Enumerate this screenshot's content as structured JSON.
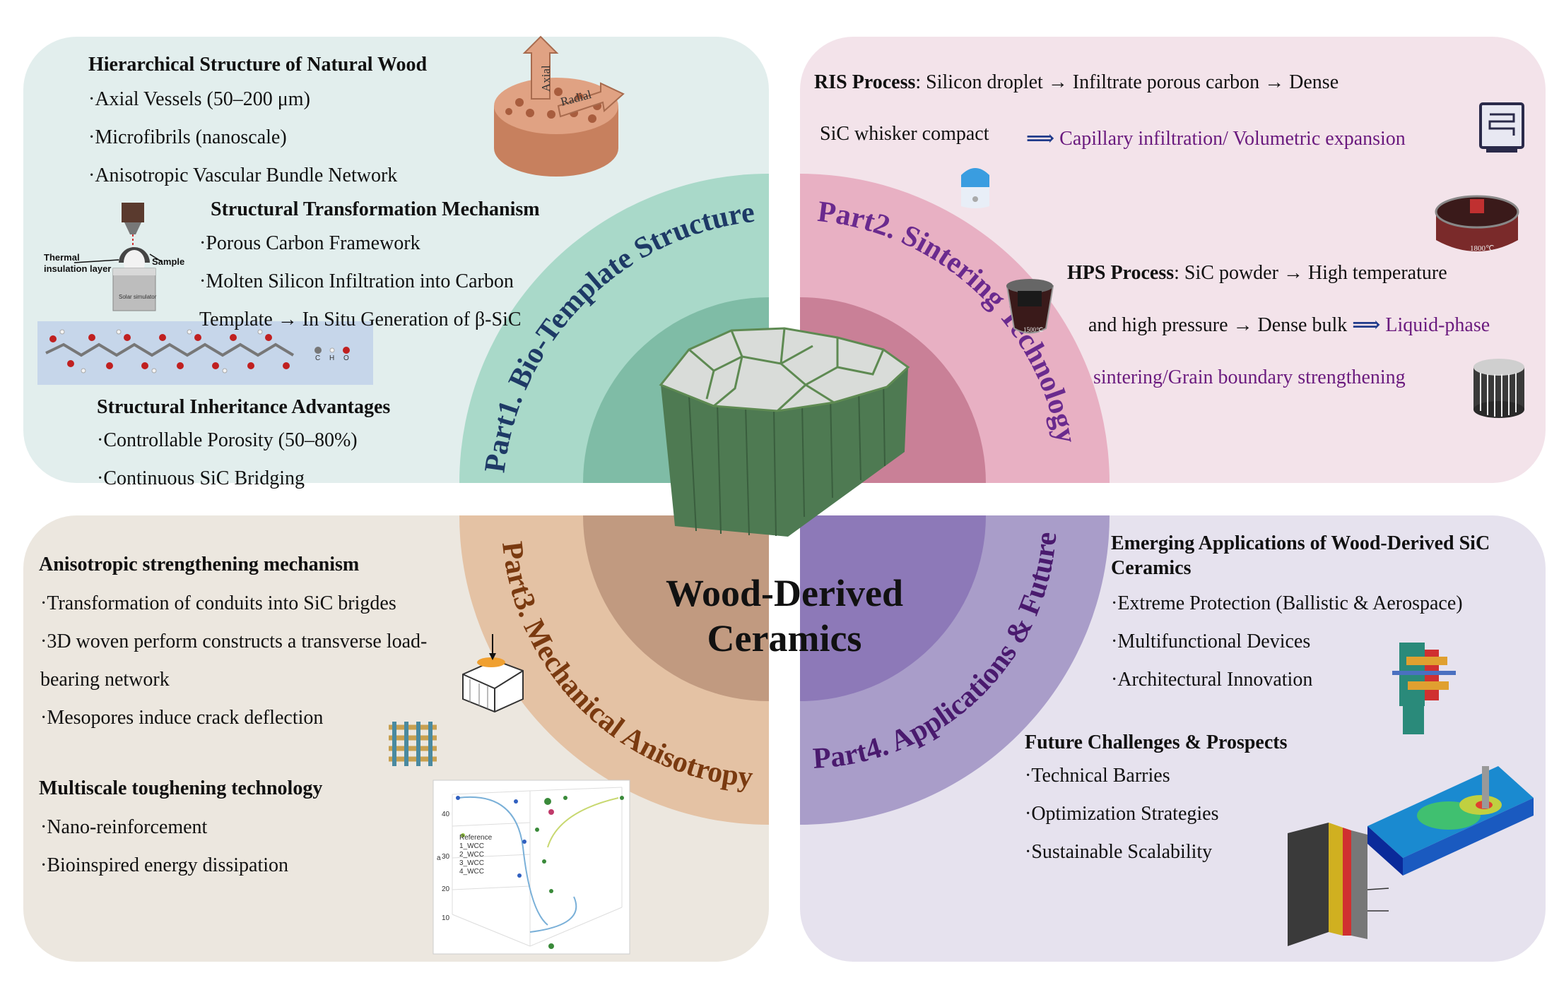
{
  "center": {
    "line1": "Wood-Derived",
    "line2": "Ceramics"
  },
  "rings": {
    "part1": "Part1. Bio-Template Structure",
    "part2": "Part2. Sintering Technology",
    "part3": "Part3. Mechanical Anisotropy",
    "part4": "Part4. Applications & Future"
  },
  "q1": {
    "h1": "Hierarchical Structure of Natural Wood",
    "h1_items": [
      "·Axial Vessels (50–200 μm)",
      "·Microfibrils (nanoscale)",
      "·Anisotropic Vascular Bundle Network"
    ],
    "h2": "Structural Transformation Mechanism",
    "h2_items": [
      "·Porous Carbon Framework",
      "·Molten Silicon Infiltration into Carbon",
      "Template → In Situ Generation of β-SiC"
    ],
    "h3": "Structural Inheritance Advantages",
    "h3_items": [
      "·Controllable Porosity (50–80%)",
      "·Continuous SiC Bridging"
    ],
    "img_labels": {
      "axial": "Axial",
      "radial": "Radial",
      "thermal": "Thermal",
      "insulation": "insulation layer",
      "sample": "Sample",
      "solar": "Solar simulator",
      "c": "C",
      "h": "H",
      "o": "O"
    }
  },
  "q2": {
    "ris_label": "RIS Process",
    "ris_text1": ":   Silicon droplet → Infiltrate porous carbon → Dense",
    "ris_text2": "SiC whisker compact",
    "ris_result": "Capillary infiltration/ Volumetric expansion",
    "hps_label": "HPS Process",
    "hps_text1": ":   SiC powder → High temperature",
    "hps_text2": "and high pressure → Dense bulk",
    "hps_result1": "Liquid-phase",
    "hps_result2": "sintering/Grain boundary strengthening",
    "arrow": "⟹",
    "temp1": "1800℃",
    "temp2": "1500℃"
  },
  "q3": {
    "h1": "Anisotropic strengthening mechanism",
    "h1_items": [
      "·Transformation of conduits into SiC brigdes",
      "·3D woven perform constructs a transverse load-",
      "bearing network",
      "·Mesopores induce crack deflection"
    ],
    "h2": "Multiscale toughening technology",
    "h2_items": [
      "·Nano-reinforcement",
      "·Bioinspired energy dissipation"
    ],
    "legend": [
      "Reference",
      "1_WCC",
      "2_WCC",
      "3_WCC",
      "4_WCC"
    ],
    "y_axis": "a",
    "y_ticks": [
      "40",
      "30",
      "20",
      "10"
    ]
  },
  "q4": {
    "h1a": "Emerging Applications of Wood-Derived SiC",
    "h1b": "Ceramics",
    "h1_items": [
      "·Extreme Protection (Ballistic & Aerospace)",
      "·Multifunctional Devices",
      "·Architectural Innovation"
    ],
    "h2": "Future Challenges & Prospects",
    "h2_items": [
      "·Technical Barries",
      "·Optimization Strategies",
      "·Sustainable Scalability"
    ]
  },
  "colors": {
    "q1": "#e2eeed",
    "q2": "#f3e3ea",
    "q3": "#ece7df",
    "q4": "#e6e2ee",
    "ring1_outer": "#a9d9c9",
    "ring1_inner": "#7fbca6",
    "ring2_outer": "#e8b0c3",
    "ring2_inner": "#c98097",
    "ring3_outer": "#e4c2a4",
    "ring3_inner": "#c19a80",
    "ring4_outer": "#a99dc9",
    "ring4_inner": "#8d79b8"
  }
}
